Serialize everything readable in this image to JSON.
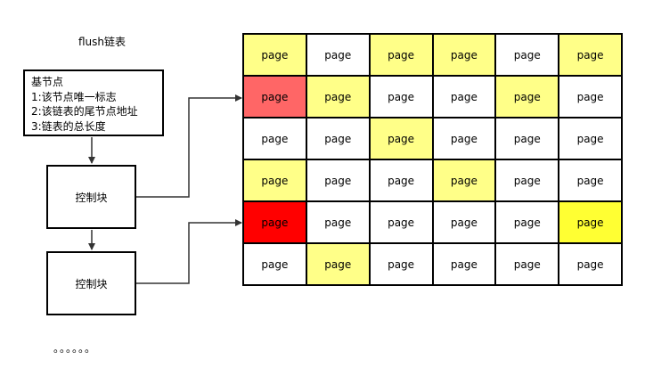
{
  "title": "flush链表",
  "base_node": {
    "lines": [
      "基节点",
      "1:该节点唯一标志",
      "2:该链表的尾节点地址",
      "3:链表的总长度"
    ]
  },
  "control_blocks": [
    "控制块",
    "控制块"
  ],
  "ellipsis": "。。。。。。",
  "colors": {
    "white": "#ffffff",
    "yellow": "#ffff88",
    "salmon": "#ff6666",
    "red": "#ff0000",
    "gold": "#ffff33"
  },
  "grid": {
    "rows": [
      [
        {
          "label": "page",
          "color": "yellow"
        },
        {
          "label": "page",
          "color": "white"
        },
        {
          "label": "page",
          "color": "yellow"
        },
        {
          "label": "page",
          "color": "yellow"
        },
        {
          "label": "page",
          "color": "white"
        },
        {
          "label": "page",
          "color": "yellow"
        }
      ],
      [
        {
          "label": "page",
          "color": "salmon"
        },
        {
          "label": "page",
          "color": "yellow"
        },
        {
          "label": "page",
          "color": "white"
        },
        {
          "label": "page",
          "color": "white"
        },
        {
          "label": "page",
          "color": "yellow"
        },
        {
          "label": "page",
          "color": "white"
        }
      ],
      [
        {
          "label": "page",
          "color": "white"
        },
        {
          "label": "page",
          "color": "white"
        },
        {
          "label": "page",
          "color": "yellow"
        },
        {
          "label": "page",
          "color": "white"
        },
        {
          "label": "page",
          "color": "white"
        },
        {
          "label": "page",
          "color": "white"
        }
      ],
      [
        {
          "label": "page",
          "color": "yellow"
        },
        {
          "label": "page",
          "color": "white"
        },
        {
          "label": "page",
          "color": "white"
        },
        {
          "label": "page",
          "color": "yellow"
        },
        {
          "label": "page",
          "color": "white"
        },
        {
          "label": "page",
          "color": "white"
        }
      ],
      [
        {
          "label": "page",
          "color": "red"
        },
        {
          "label": "page",
          "color": "white"
        },
        {
          "label": "page",
          "color": "white"
        },
        {
          "label": "page",
          "color": "white"
        },
        {
          "label": "page",
          "color": "white"
        },
        {
          "label": "page",
          "color": "gold"
        }
      ],
      [
        {
          "label": "page",
          "color": "white"
        },
        {
          "label": "page",
          "color": "yellow"
        },
        {
          "label": "page",
          "color": "white"
        },
        {
          "label": "page",
          "color": "white"
        },
        {
          "label": "page",
          "color": "white"
        },
        {
          "label": "page",
          "color": "white"
        }
      ]
    ]
  }
}
